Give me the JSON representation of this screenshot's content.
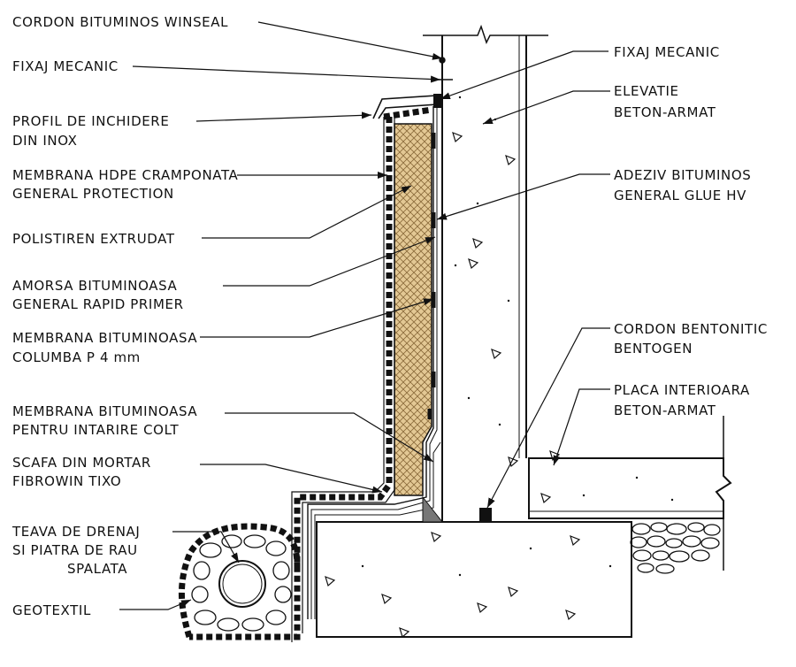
{
  "diagram": {
    "labels_left": [
      {
        "id": "cordon-bituminos",
        "lines": [
          "CORDON BITUMINOS WINSEAL"
        ]
      },
      {
        "id": "fixaj-mecanic-left",
        "lines": [
          "FIXAJ MECANIC"
        ]
      },
      {
        "id": "profil-inchidere",
        "lines": [
          "PROFIL DE INCHIDERE",
          "DIN INOX"
        ]
      },
      {
        "id": "membrana-hdpe",
        "lines": [
          "MEMBRANA HDPE CRAMPONATA",
          "GENERAL PROTECTION"
        ]
      },
      {
        "id": "polistiren",
        "lines": [
          "POLISTIREN EXTRUDAT"
        ]
      },
      {
        "id": "amorsa",
        "lines": [
          "AMORSA BITUMINOASA",
          "GENERAL RAPID PRIMER"
        ]
      },
      {
        "id": "membrana-columba",
        "lines": [
          "MEMBRANA BITUMINOASA",
          "COLUMBA P 4 mm"
        ]
      },
      {
        "id": "membrana-colt",
        "lines": [
          "MEMBRANA BITUMINOASA",
          "PENTRU INTARIRE COLT"
        ]
      },
      {
        "id": "scafa",
        "lines": [
          "SCAFA DIN MORTAR",
          "FIBROWIN TIXO"
        ]
      },
      {
        "id": "teava-drenaj",
        "lines": [
          "TEAVA DE DRENAJ",
          "SI PIATRA DE RAU",
          "SPALATA"
        ]
      },
      {
        "id": "geotextil",
        "lines": [
          "GEOTEXTIL"
        ]
      }
    ],
    "labels_right": [
      {
        "id": "fixaj-mecanic-right",
        "lines": [
          "FIXAJ MECANIC"
        ]
      },
      {
        "id": "elevatie",
        "lines": [
          "ELEVATIE",
          "BETON-ARMAT"
        ]
      },
      {
        "id": "adeziv",
        "lines": [
          "ADEZIV BITUMINOS",
          "GENERAL GLUE HV"
        ]
      },
      {
        "id": "cordon-bentonitic",
        "lines": [
          "CORDON BENTONITIC",
          "BENTOGEN"
        ]
      },
      {
        "id": "placa-interioara",
        "lines": [
          "PLACA INTERIOARA",
          "BETON-ARMAT"
        ]
      }
    ],
    "colors": {
      "line": "#111111",
      "insulation_fill": "#e3c894",
      "insulation_hatch": "#8a6a3a",
      "concrete_fill": "#ffffff",
      "membrane": "#111111"
    }
  }
}
